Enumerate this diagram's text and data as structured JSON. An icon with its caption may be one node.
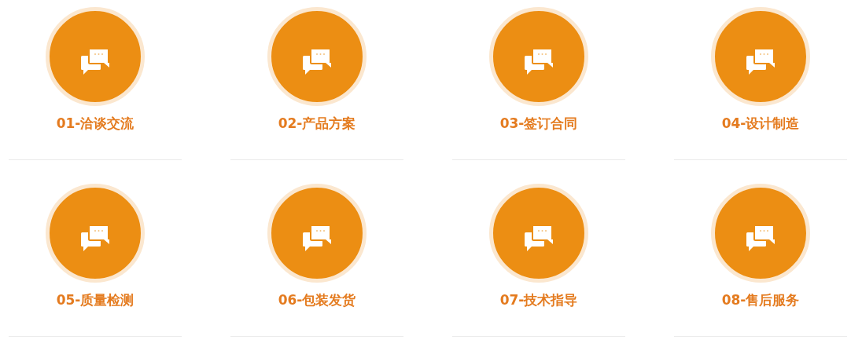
{
  "diagram": {
    "nodes": [
      {
        "text": [
          "01-洽谈交流"
        ]
      },
      {
        "text": [
          "02-产品方案"
        ]
      },
      {
        "text": [
          "03-签订合同"
        ]
      },
      {
        "text": [
          "04-设计制造"
        ]
      },
      {
        "text": [
          "05-质量检测"
        ]
      },
      {
        "text": [
          "06-包装发货"
        ]
      },
      {
        "text": [
          "07-技术指导"
        ]
      },
      {
        "text": [
          "08-售后服务"
        ]
      }
    ]
  }
}
